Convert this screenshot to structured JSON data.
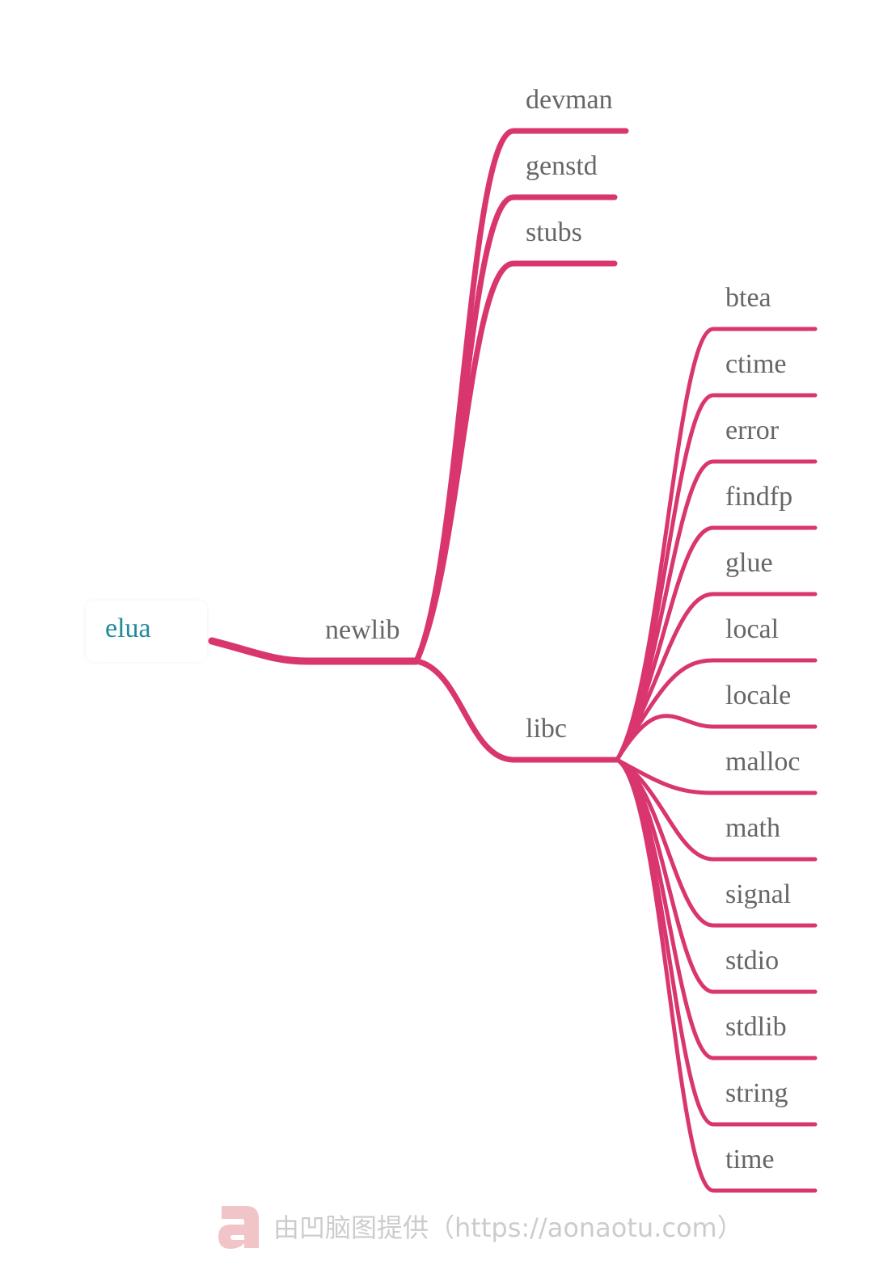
{
  "colors": {
    "branch": "#d9366f",
    "root_text": "#1f8a9b",
    "node_text": "#666666",
    "watermark": "#f1c4c8"
  },
  "root": {
    "label": "elua"
  },
  "level1": {
    "label": "newlib"
  },
  "level2": [
    {
      "label": "devman",
      "children": []
    },
    {
      "label": "genstd",
      "children": []
    },
    {
      "label": "stubs",
      "children": []
    },
    {
      "label": "libc",
      "children": [
        "btea",
        "ctime",
        "error",
        "findfp",
        "glue",
        "local",
        "locale",
        "malloc",
        "math",
        "signal",
        "stdio",
        "stdlib",
        "string",
        "time"
      ]
    }
  ],
  "watermark": {
    "icon": "aonaotu-logo-icon",
    "text": "由凹脑图提供（https://aonaotu.com）"
  }
}
